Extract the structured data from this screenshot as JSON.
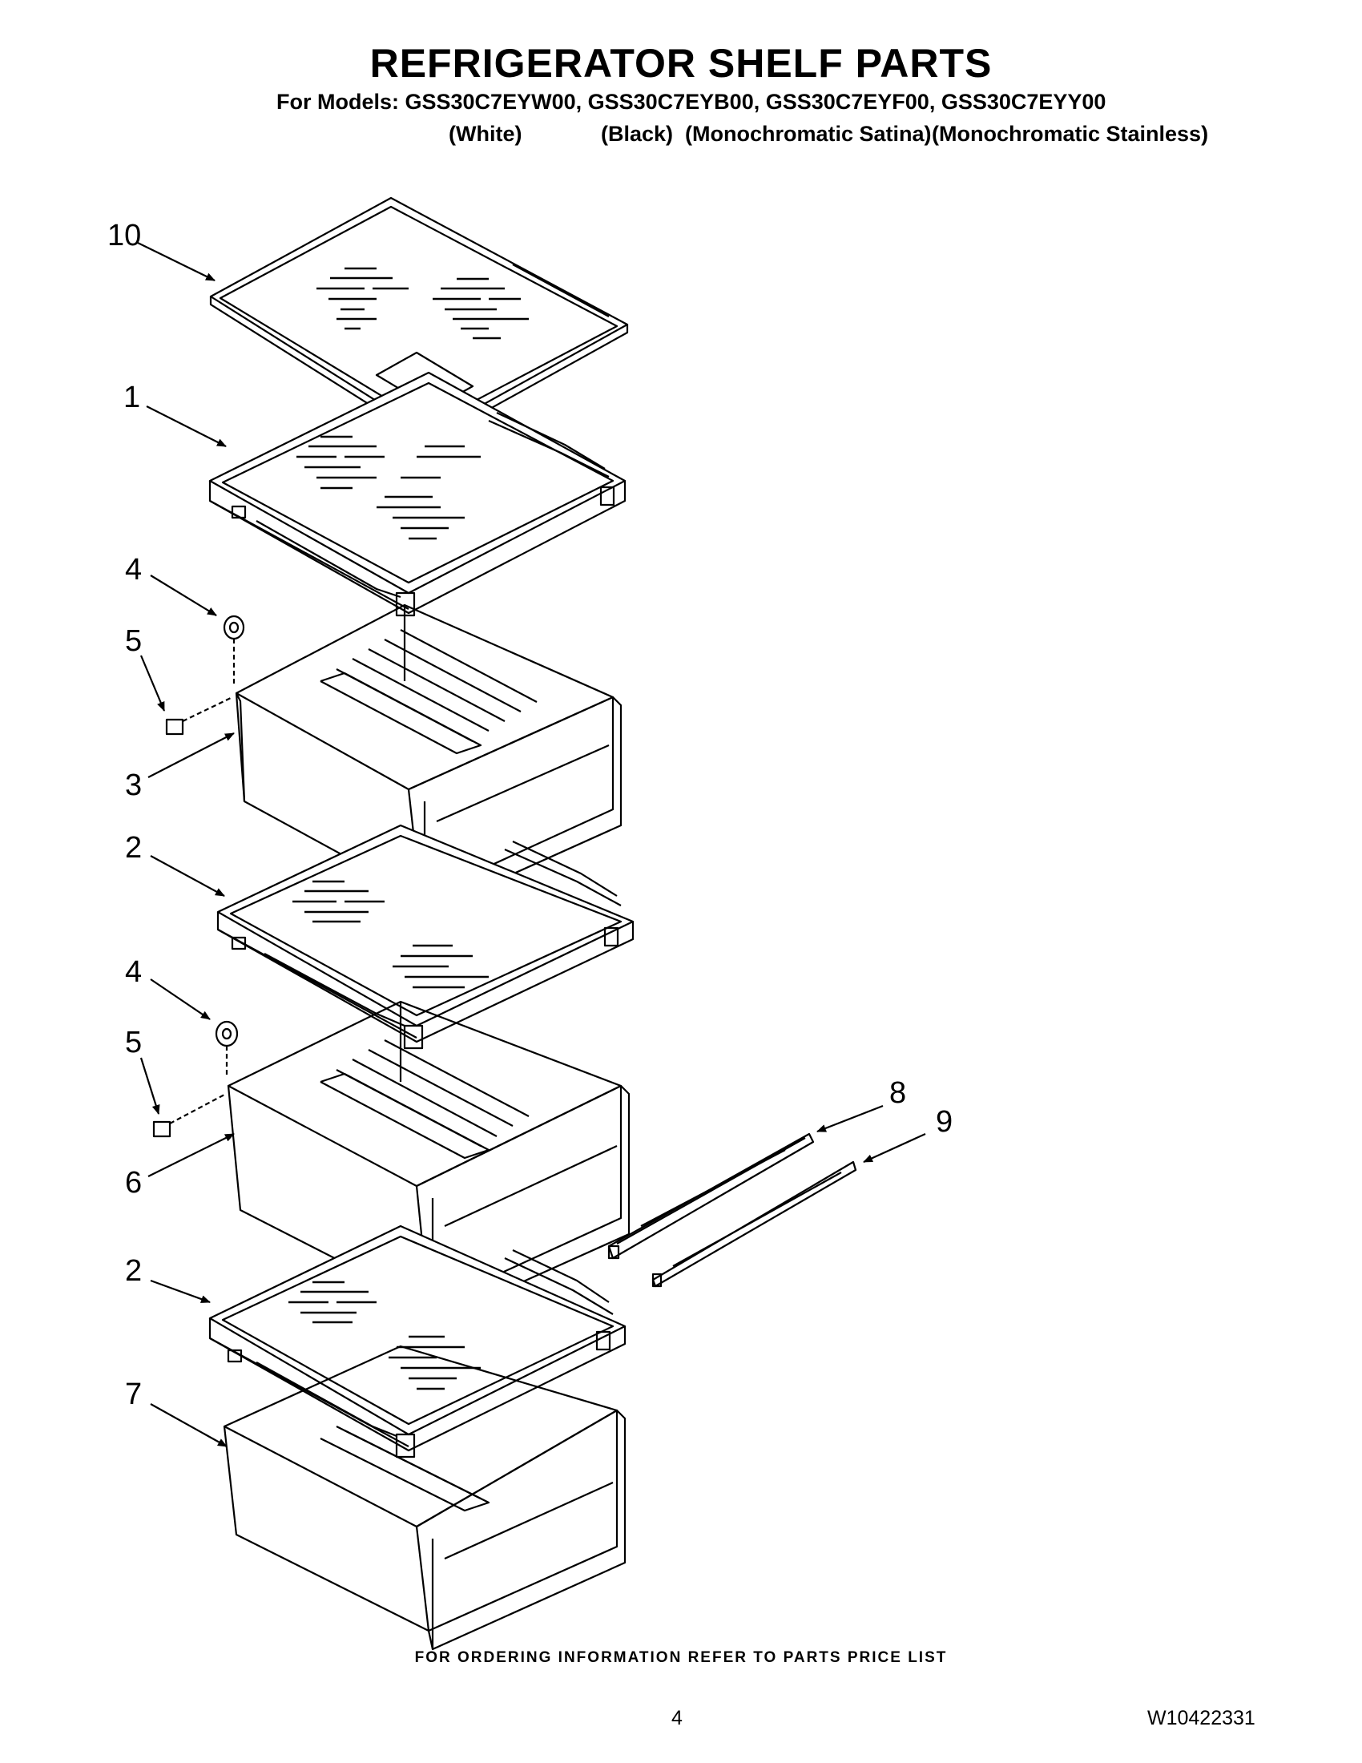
{
  "header": {
    "title": "REFRIGERATOR SHELF PARTS",
    "models_line": "For Models: GSS30C7EYW00, GSS30C7EYB00, GSS30C7EYF00, GSS30C7EYY00",
    "variants": [
      "(White)",
      "(Black)",
      "(Monochromatic Satina)",
      "(Monochromatic Stainless)"
    ]
  },
  "callouts": [
    "10",
    "1",
    "4",
    "5",
    "3",
    "2",
    "4",
    "5",
    "6",
    "2",
    "7",
    "8",
    "9"
  ],
  "footer": {
    "note": "FOR ORDERING INFORMATION REFER TO PARTS PRICE LIST",
    "page_number": "4",
    "document_number": "W10422331"
  }
}
